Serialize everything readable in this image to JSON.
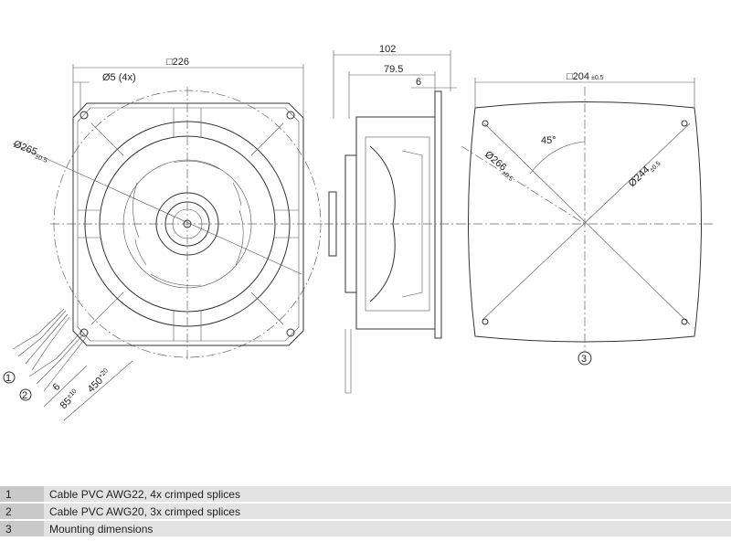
{
  "front_view": {
    "dim_width": "□226",
    "dim_holes": "Ø5 (4x)",
    "dim_circle": "Ø265",
    "dim_circle_tol": "±0.5",
    "cable_labels": [
      "1",
      "2"
    ],
    "dim_strip": "6",
    "dim_splice": "85",
    "dim_splice_tol": "±10",
    "dim_cable": "450",
    "dim_cable_tol": "+20"
  },
  "side_view": {
    "dim_total": "102",
    "dim_body": "79.5",
    "dim_flange": "6"
  },
  "mounting_view": {
    "dim_square": "□204",
    "dim_square_tol": "±0.5",
    "angle": "45°",
    "dim_outer": "Ø266",
    "dim_outer_tol": "±0.5",
    "dim_inner": "Ø244",
    "dim_inner_tol": "±0.5",
    "label": "3"
  },
  "legend": [
    {
      "num": "1",
      "text": "Cable PVC AWG22, 4x crimped splices"
    },
    {
      "num": "2",
      "text": "Cable PVC AWG20, 3x crimped splices"
    },
    {
      "num": "3",
      "text": "Mounting dimensions"
    }
  ]
}
